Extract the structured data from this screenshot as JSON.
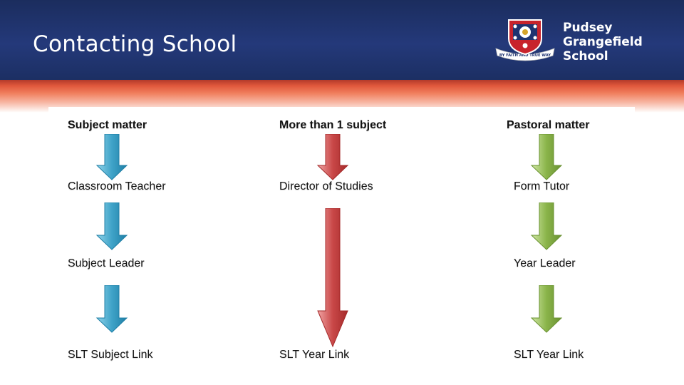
{
  "header": {
    "title": "Contacting School",
    "school_name_lines": [
      "Pudsey",
      "Grangefield",
      "School"
    ],
    "logo_motto": "BY FAITH AND TRUE WAY"
  },
  "colors": {
    "header_navy": "#1f3370",
    "accent_red": "#e0583c",
    "arrow_blue": "#3fa3c8",
    "arrow_red": "#c94848",
    "arrow_green": "#8ab44a"
  },
  "columns": [
    {
      "heading": "Subject matter",
      "arrow_color": "blue",
      "steps": [
        "Classroom Teacher",
        "Subject Leader",
        "SLT Subject Link"
      ]
    },
    {
      "heading": "More than 1 subject",
      "arrow_color": "red",
      "steps": [
        "Director of Studies",
        "SLT Year Link"
      ]
    },
    {
      "heading": "Pastoral matter",
      "arrow_color": "green",
      "steps": [
        "Form Tutor",
        "Year Leader",
        "SLT Year Link"
      ]
    }
  ]
}
